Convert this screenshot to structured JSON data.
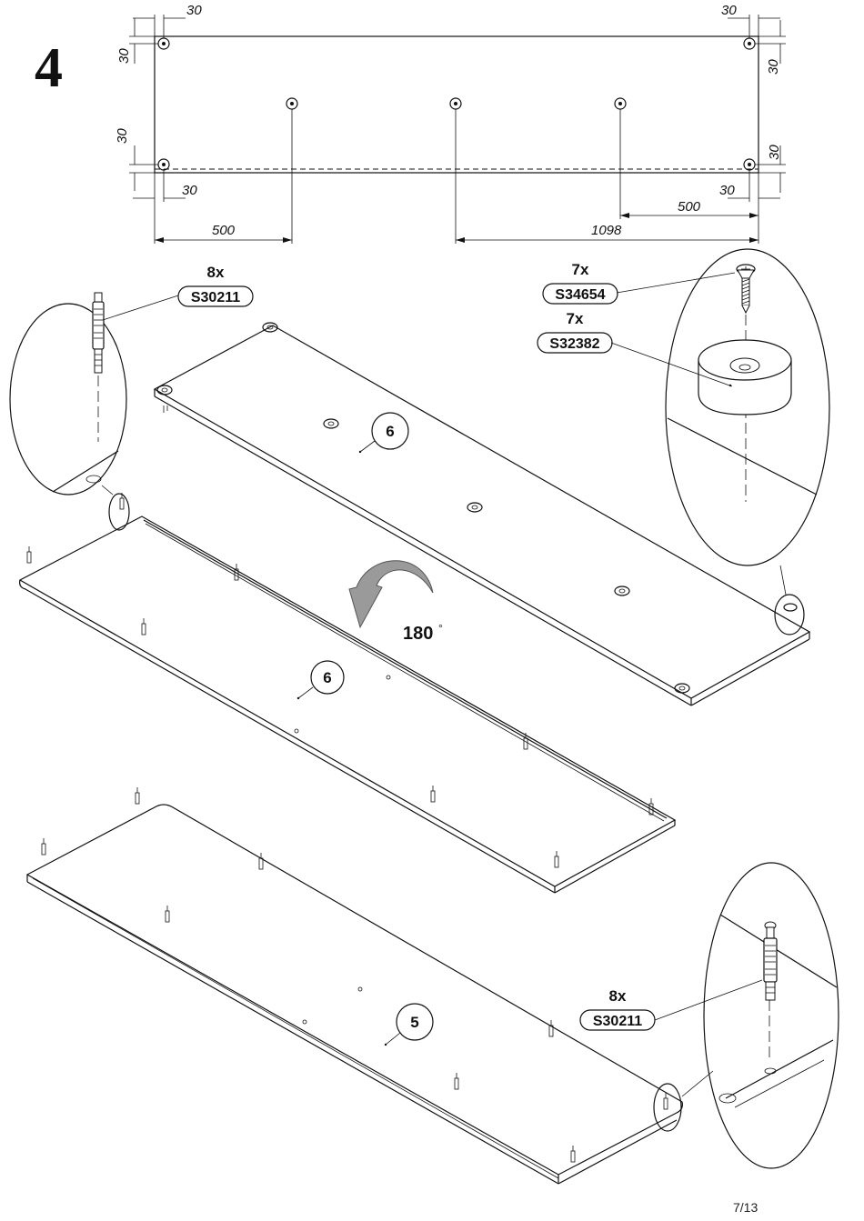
{
  "step_number": "4",
  "page_number": "7/13",
  "dimensions": {
    "top_left_h": "30",
    "top_left_v": "30",
    "top_right_h": "30",
    "top_right_v": "30",
    "bottom_left_v": "30",
    "bottom_left_h": "30",
    "bottom_right_v": "30",
    "bottom_right_h": "30",
    "left_500": "500",
    "right_500": "500",
    "right_1098": "1098"
  },
  "callouts": {
    "dowel_top": {
      "qty": "8x",
      "code": "S30211"
    },
    "screw": {
      "qty": "7x",
      "code": "S34654"
    },
    "foot_pad": {
      "qty": "7x",
      "code": "S32382"
    },
    "dowel_bottom": {
      "qty": "8x",
      "code": "S30211"
    }
  },
  "parts": {
    "top_board": "6",
    "middle_board": "6",
    "bottom_board": "5"
  },
  "rotation": {
    "value": "180",
    "unit": "°"
  }
}
